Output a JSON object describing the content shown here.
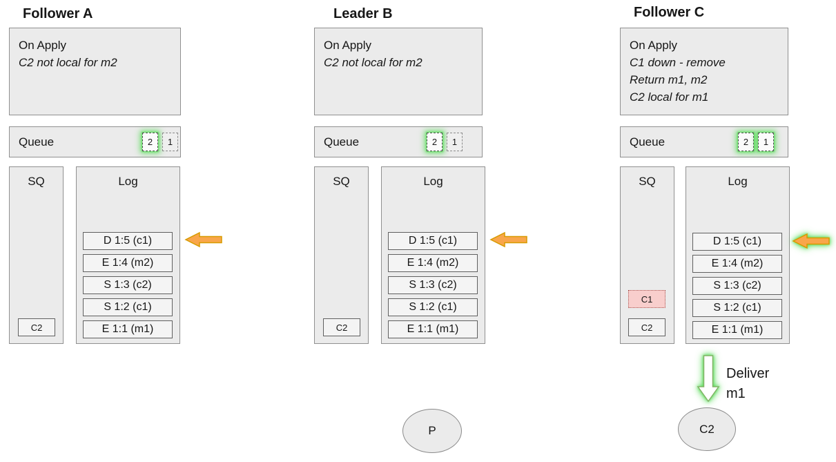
{
  "colors": {
    "box_fill": "#ebebeb",
    "box_border": "#8f8f8f",
    "entry_fill": "#f4f4f4",
    "entry_border": "#5f5f5f",
    "arrow_orange_fill": "#f9a64b",
    "arrow_orange_stroke": "#d79b00",
    "glow_green": "#40d640",
    "removed_fill": "#f8cecc",
    "removed_border": "#a8514d",
    "deliver_arrow_fill": "#ffffff",
    "deliver_arrow_stroke": "#82b366"
  },
  "nodes": [
    {
      "title": "Follower A",
      "on_apply": {
        "heading": "On Apply",
        "lines": [
          "C2 not local for m2"
        ]
      },
      "queue": {
        "label": "Queue",
        "slots": [
          {
            "label": "2",
            "highlighted": true
          },
          {
            "label": "1",
            "highlighted": false
          }
        ]
      },
      "sq": {
        "label": "SQ",
        "entries": [
          {
            "label": "C2",
            "state": "normal"
          }
        ]
      },
      "log": {
        "label": "Log",
        "entries": [
          "D 1:5 (c1)",
          "E 1:4 (m2)",
          "S 1:3 (c2)",
          "S 1:2 (c1)",
          "E 1:1 (m1)"
        ]
      },
      "apply_arrow": {
        "direction": "left",
        "points_at": "D 1:5 (c1)",
        "highlighted": false
      }
    },
    {
      "title": "Leader B",
      "on_apply": {
        "heading": "On Apply",
        "lines": [
          "C2 not local for m2"
        ]
      },
      "queue": {
        "label": "Queue",
        "slots": [
          {
            "label": "2",
            "highlighted": true
          },
          {
            "label": "1",
            "highlighted": false
          }
        ]
      },
      "sq": {
        "label": "SQ",
        "entries": [
          {
            "label": "C2",
            "state": "normal"
          }
        ]
      },
      "log": {
        "label": "Log",
        "entries": [
          "D 1:5 (c1)",
          "E 1:4 (m2)",
          "S 1:3 (c2)",
          "S 1:2 (c1)",
          "E 1:1 (m1)"
        ]
      },
      "apply_arrow": {
        "direction": "left",
        "points_at": "D 1:5 (c1)",
        "highlighted": false
      },
      "client": {
        "label": "P"
      }
    },
    {
      "title": "Follower C",
      "on_apply": {
        "heading": "On Apply",
        "lines": [
          "C1 down - remove",
          "Return m1, m2",
          "C2 local for m1"
        ]
      },
      "queue": {
        "label": "Queue",
        "slots": [
          {
            "label": "2",
            "highlighted": true
          },
          {
            "label": "1",
            "highlighted": true
          }
        ]
      },
      "sq": {
        "label": "SQ",
        "entries": [
          {
            "label": "C1",
            "state": "removed"
          },
          {
            "label": "C2",
            "state": "normal"
          }
        ]
      },
      "log": {
        "label": "Log",
        "entries": [
          "D 1:5 (c1)",
          "E 1:4 (m2)",
          "S 1:3 (c2)",
          "S 1:2 (c1)",
          "E 1:1 (m1)"
        ]
      },
      "apply_arrow": {
        "direction": "left",
        "points_at": "D 1:5 (c1)",
        "highlighted": true
      },
      "deliver": {
        "lines": [
          "Deliver",
          "m1"
        ],
        "highlighted": true
      },
      "client": {
        "label": "C2"
      }
    }
  ]
}
